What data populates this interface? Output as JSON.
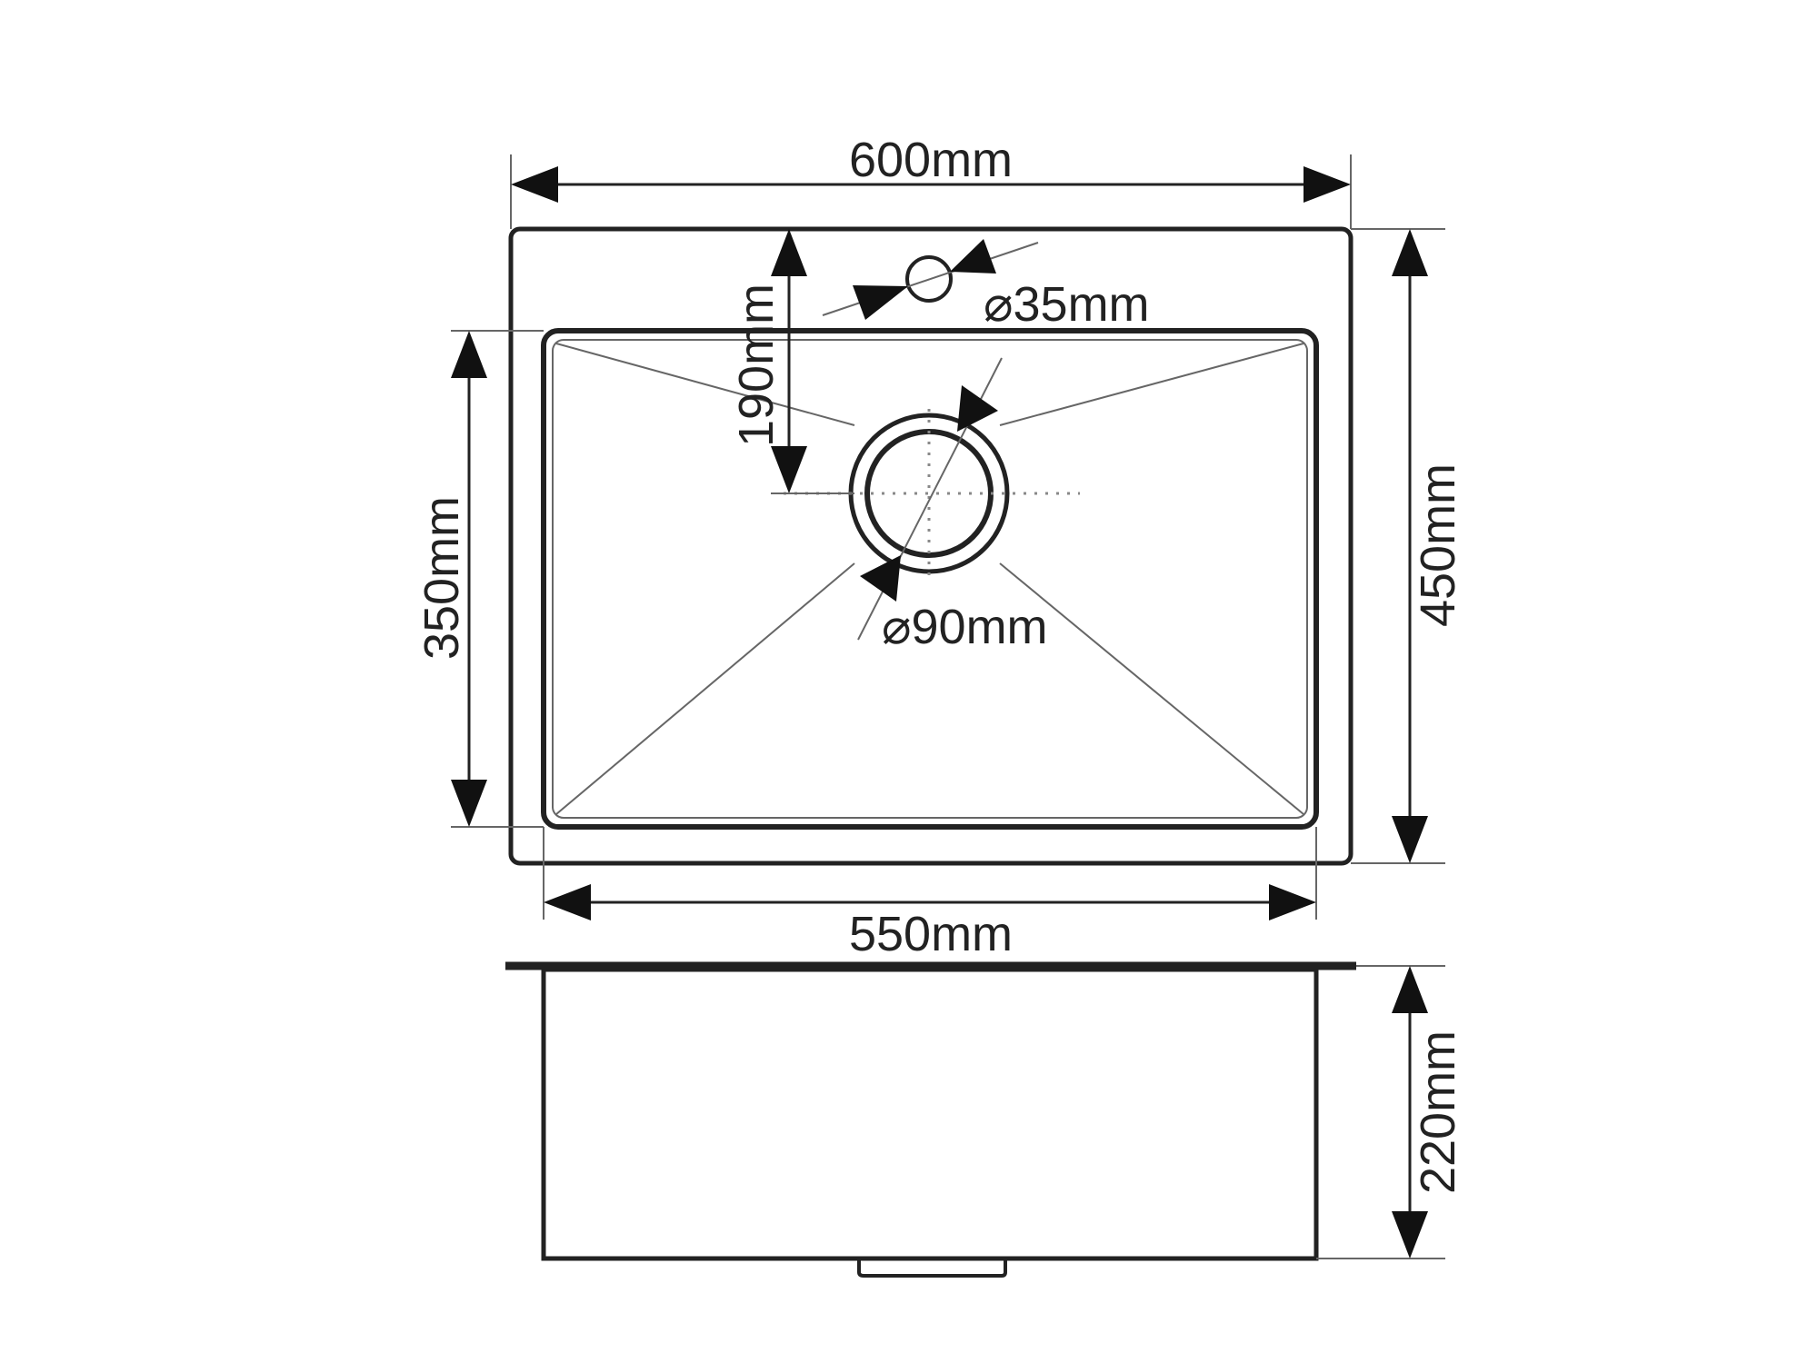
{
  "diagram": {
    "dimensions": {
      "overall_width": "600mm",
      "overall_depth": "450mm",
      "bowl_width": "550mm",
      "bowl_depth": "350mm",
      "drain_offset": "190mm",
      "tap_hole": "⌀35mm",
      "drain_hole": "⌀90mm",
      "bowl_height": "220mm"
    },
    "colors": {
      "line": "#222222",
      "background": "#ffffff"
    }
  }
}
